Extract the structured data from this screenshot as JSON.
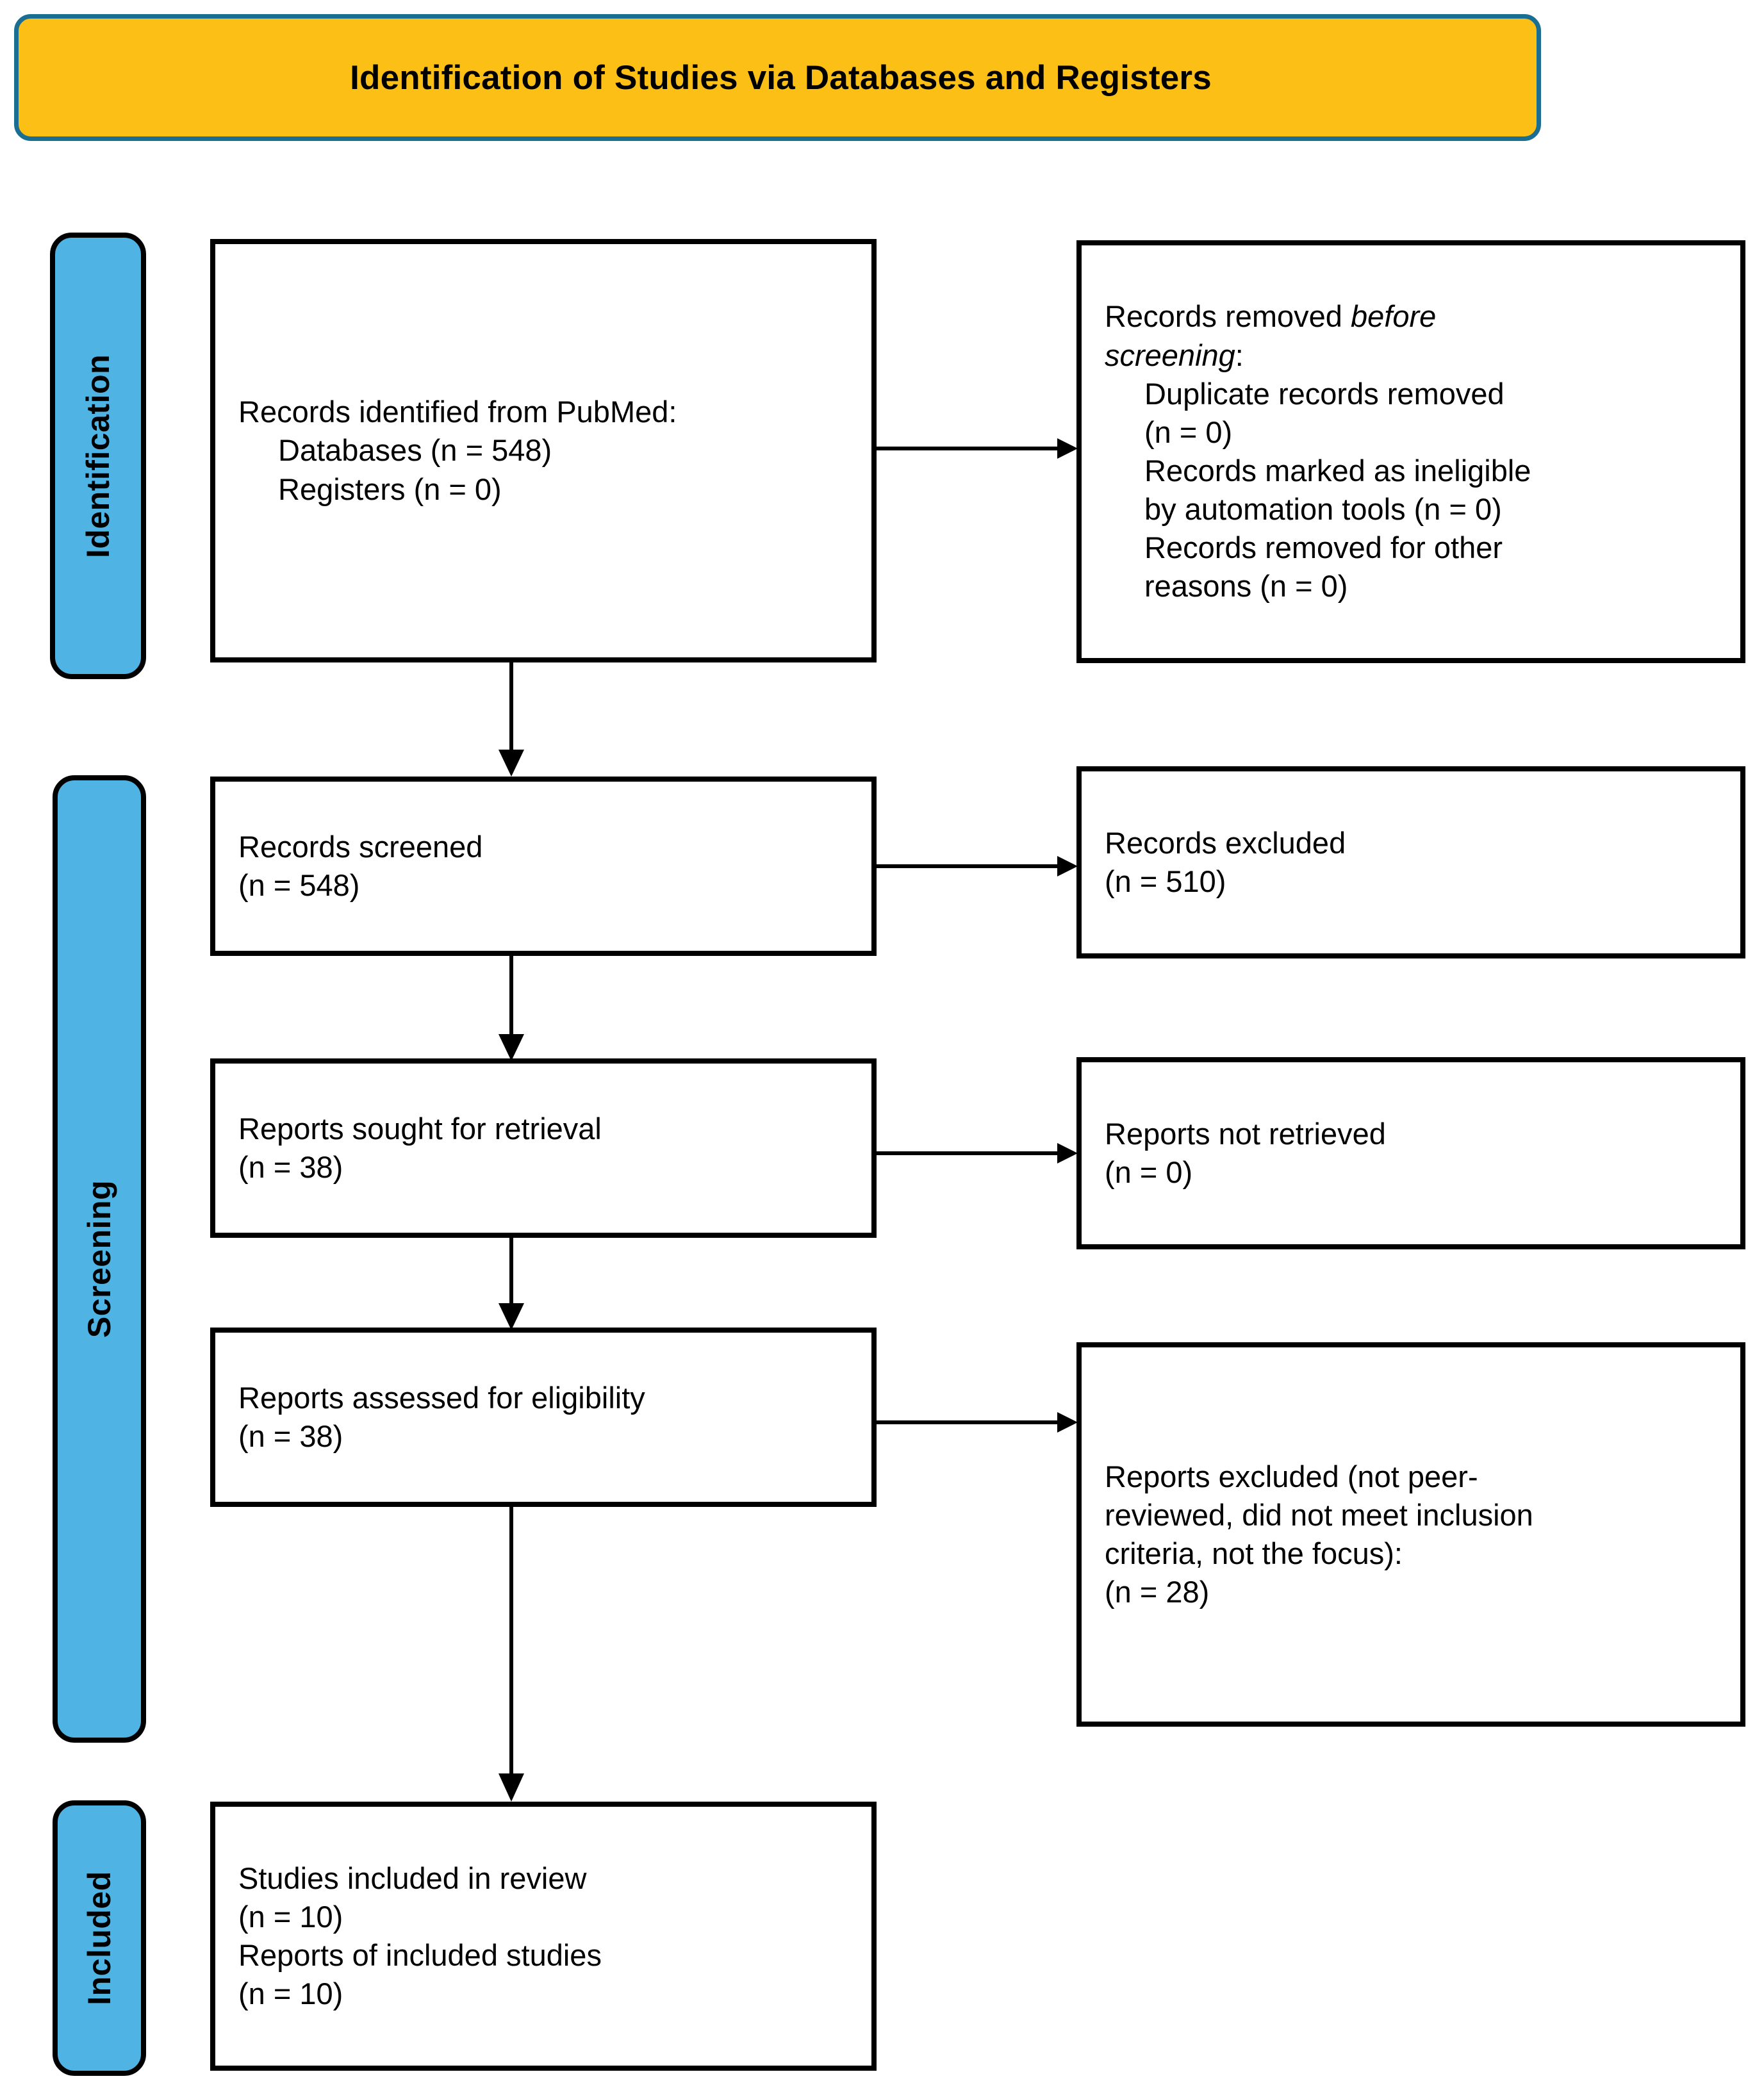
{
  "header": {
    "title": "Identification of Studies via Databases and Registers",
    "fill_color": "#FCBF15",
    "border_color": "#1A6E91"
  },
  "stages": [
    {
      "id": "identification",
      "label": "Identification",
      "color": "#4FB3E3"
    },
    {
      "id": "screening",
      "label": "Screening",
      "color": "#4FB3E3"
    },
    {
      "id": "included",
      "label": "Included",
      "color": "#4FB3E3"
    }
  ],
  "boxes": {
    "identified": {
      "line1": "Records identified from PubMed:",
      "line2": "Databases (n = 548)",
      "line3": "Registers (n = 0)"
    },
    "removed_before": {
      "line1_plain": "Records removed ",
      "line1_italic": "before",
      "line2_italic": "screening",
      "line2_plain": ":",
      "line3": "Duplicate records removed",
      "line4": "(n = 0)",
      "line5": "Records marked as ineligible",
      "line6": "by automation tools (n = 0)",
      "line7": "Records removed for other",
      "line8": "reasons (n = 0)"
    },
    "screened": {
      "line1": "Records screened",
      "line2": "(n = 548)"
    },
    "excluded": {
      "line1": "Records excluded",
      "line2": "(n = 510)"
    },
    "sought": {
      "line1": "Reports sought for retrieval",
      "line2": "(n = 38)"
    },
    "not_retrieved": {
      "line1": "Reports not retrieved",
      "line2": "(n = 0)"
    },
    "assessed": {
      "line1": "Reports assessed for eligibility",
      "line2": "(n = 38)"
    },
    "reports_excluded": {
      "line1": "Reports excluded (not peer-",
      "line2": "reviewed, did not meet inclusion",
      "line3": "criteria, not the focus):",
      "line4": "(n = 28)"
    },
    "included": {
      "line1": "Studies included in review",
      "line2": "(n = 10)",
      "line3": "Reports of included studies",
      "line4": "(n = 10)"
    }
  }
}
